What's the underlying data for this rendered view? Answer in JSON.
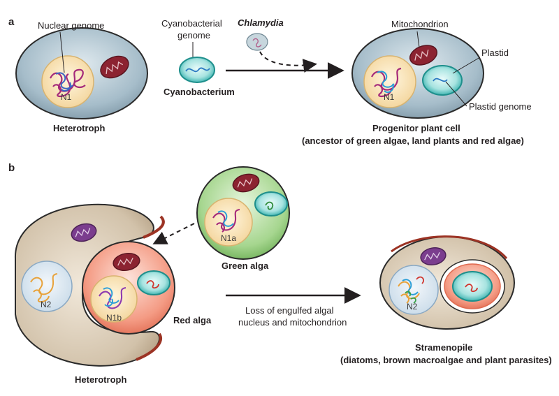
{
  "panel_a": {
    "tag": "a",
    "nuclear_genome": "Nuclear genome",
    "n1_left": "N1",
    "heterotroph": "Heterotroph",
    "cyanobacterial_genome_line1": "Cyanobacterial",
    "cyanobacterial_genome_line2": "genome",
    "cyanobacterium": "Cyanobacterium",
    "chlamydia": "Chlamydia",
    "mitochondrion": "Mitochondrion",
    "plastid": "Plastid",
    "plastid_genome": "Plastid genome",
    "n1_right": "N1",
    "progenitor_title": "Progenitor plant cell",
    "progenitor_sub": "(ancestor of green algae, land plants and red algae)"
  },
  "panel_b": {
    "tag": "b",
    "n1a": "N1a",
    "green_alga": "Green alga",
    "n2_left": "N2",
    "n1b": "N1b",
    "red_alga": "Red alga",
    "heterotroph": "Heterotroph",
    "loss_line1": "Loss of engulfed algal",
    "loss_line2": "nucleus and mitochondrion",
    "n2_right": "N2",
    "stramenopile_title": "Stramenopile",
    "stramenopile_sub": "(diatoms, brown macroalgae and plant parasites)"
  },
  "colors": {
    "heterotroph_fill": "#c9b8a0",
    "cell_blue": "#a9bfcb",
    "nucleus": "#f6dfae",
    "mitochondrion": "#8c2331",
    "plastid": "#39b5b3",
    "green_alga": "#8ec878",
    "red_alga": "#f0826a",
    "violet_mito": "#7b3d8e"
  }
}
